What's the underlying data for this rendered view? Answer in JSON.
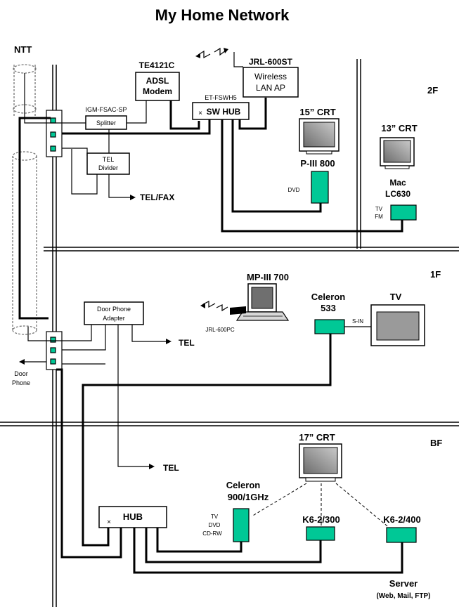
{
  "title": "My Home Network",
  "isp": "NTT",
  "floors": {
    "second": "2F",
    "first": "1F",
    "basement": "BF"
  },
  "equipment": {
    "modem_model": "TE4121C",
    "modem_name_line1": "ADSL",
    "modem_name_line2": "Modem",
    "ap_model": "JRL-600ST",
    "ap_name_line1": "Wireless",
    "ap_name_line2": "LAN AP",
    "sw_hub_model": "ET-FSWH5",
    "sw_hub_name": "SW HUB",
    "splitter_model": "IGM-FSAC-SP",
    "splitter_name": "Splitter",
    "tel_divider_line1": "TEL",
    "tel_divider_line2": "Divider",
    "tel_fax": "TEL/FAX",
    "door_adapter_line1": "Door Phone",
    "door_adapter_line2": "Adapter",
    "door_phone_line1": "Door",
    "door_phone_line2": "Phone",
    "tel_1f": "TEL",
    "tel_bf": "TEL",
    "bf_hub": "HUB"
  },
  "devices": {
    "crt15": "15” CRT",
    "piii": "P-III 800",
    "piii_drive": "DVD",
    "crt13": "13” CRT",
    "mac_line1": "Mac",
    "mac_line2": "LC630",
    "mac_tv": "TV",
    "mac_fm": "FM",
    "laptop": "MP-III 700",
    "laptop_card": "JRL-600PC",
    "celeron533_line1": "Celeron",
    "celeron533_line2": "533",
    "tv": "TV",
    "s_in": "S-IN",
    "crt17": "17” CRT",
    "celeron900_line1": "Celeron",
    "celeron900_line2": "900/1GHz",
    "drive_tv": "TV",
    "drive_dvd": "DVD",
    "drive_cdrw": "CD-RW",
    "k6_300": "K6-2/300",
    "k6_400": "K6-2/400",
    "server_line1": "Server",
    "server_line2": "(Web, Mail, FTP)"
  },
  "hub_port_symbol": "×",
  "colors": {
    "device_fill": "#00c896",
    "line": "#000000",
    "screen": "#8a8a8a"
  }
}
